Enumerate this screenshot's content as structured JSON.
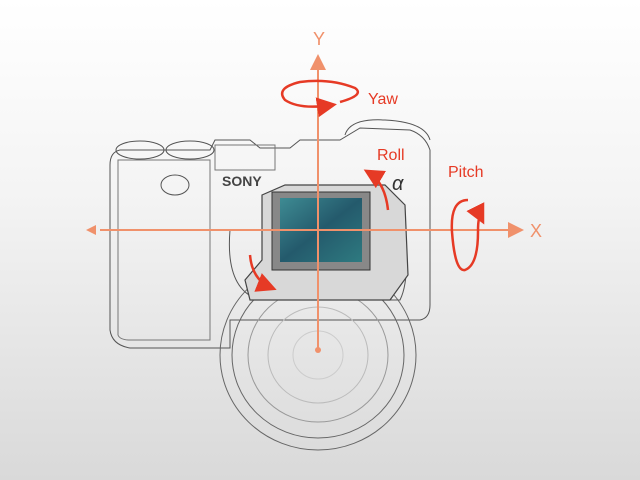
{
  "diagram": {
    "axis_labels": {
      "y": "Y",
      "x": "X"
    },
    "rotation_labels": {
      "yaw": "Yaw",
      "roll": "Roll",
      "pitch": "Pitch"
    },
    "camera_brand": "SONY",
    "camera_logo": "α"
  },
  "colors": {
    "axis": "#f0916b",
    "rotation": "#e63a25",
    "outline": "#555555",
    "sensor": "#2f6f7a"
  }
}
